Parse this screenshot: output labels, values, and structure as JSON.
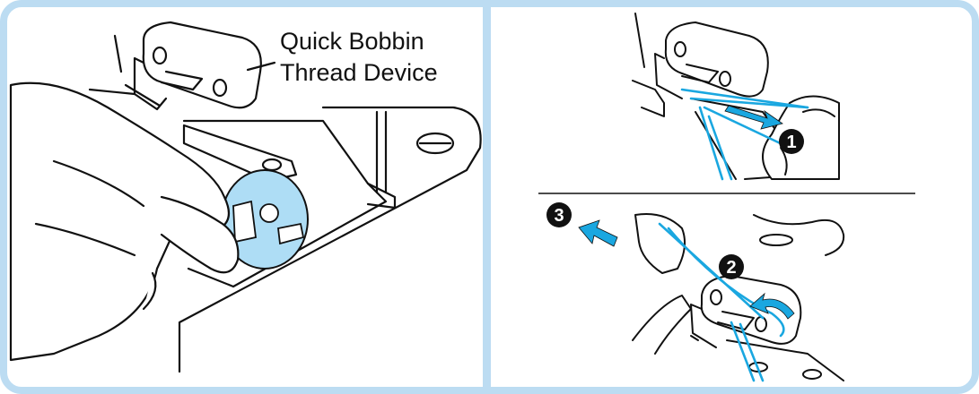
{
  "left_panel": {
    "callout_line1": "Quick Bobbin",
    "callout_line2": "Thread Device"
  },
  "steps": {
    "step1": "1",
    "step2": "2",
    "step3": "3"
  },
  "colors": {
    "frame": "#bcdcf2",
    "thread": "#1aa7e0",
    "bobbin": "#aeddf5",
    "ink": "#111111",
    "badge": "#111111"
  }
}
